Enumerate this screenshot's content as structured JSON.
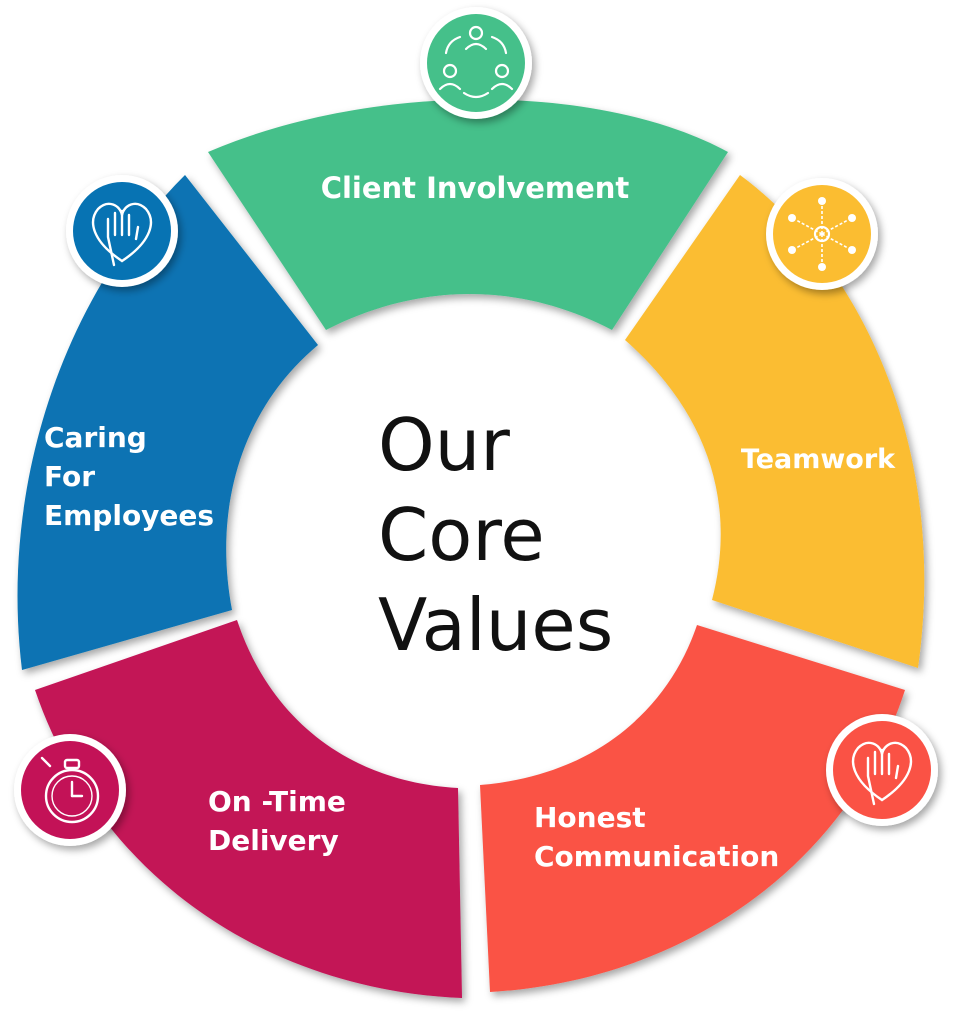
{
  "title_lines": [
    "Our",
    "Core",
    "Values"
  ],
  "segments": [
    {
      "id": "client",
      "label_lines": [
        "Client Involvement"
      ],
      "color": "#45c08a",
      "icon": "client-involvement-icon"
    },
    {
      "id": "teamwork",
      "label_lines": [
        "Teamwork"
      ],
      "color": "#fbbd31",
      "icon": "teamwork-network-icon"
    },
    {
      "id": "honest",
      "label_lines": [
        "Honest",
        "Communication"
      ],
      "color": "#fa5245",
      "icon": "hand-heart-icon"
    },
    {
      "id": "delivery",
      "label_lines": [
        "On -Time",
        "Delivery"
      ],
      "color": "#c31257",
      "icon": "stopwatch-icon"
    },
    {
      "id": "caring",
      "label_lines": [
        "Caring",
        "For",
        "Employees"
      ],
      "color": "#0773b3",
      "icon": "hand-heart-icon"
    }
  ]
}
